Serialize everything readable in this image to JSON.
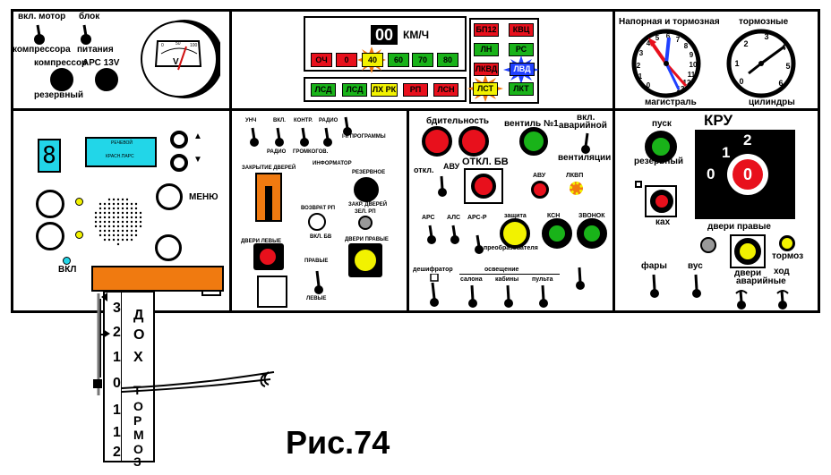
{
  "colors": {
    "red": "#e8101c",
    "green": "#19b319",
    "yellow": "#f2f200",
    "orange": "#f07a10",
    "blue": "#2040ff",
    "cyan": "#22d6e8",
    "gray": "#999999"
  },
  "top_left": {
    "motor": "вкл. мотор",
    "compressor": "компрессора",
    "block": "блок",
    "power": "питания",
    "comp2": "компрессор",
    "reserve": "резервный",
    "aps": "АРС 13V",
    "v_unit": "V",
    "v_t0": "0",
    "v_t50": "50",
    "v_t100": "100"
  },
  "speed": {
    "value": "00",
    "unit": "КМ/Ч",
    "cells": [
      "ОЧ",
      "0",
      "40",
      "60",
      "70",
      "80"
    ]
  },
  "bottom_lamps": [
    "ЛСД",
    "ЛСД",
    "ЛХ РК",
    "РП",
    "ЛСН",
    "ЛСТ",
    "ЛКТ"
  ],
  "right_lamps": [
    "БП12",
    "КВЦ",
    "ЛН",
    "РС",
    "ЛКВД",
    "ЛВД"
  ],
  "gauges": {
    "title1": "Напорная и тормозная",
    "title2": "тормозные",
    "label1": "магистраль",
    "label2": "цилиндры",
    "g1_ticks": [
      "0",
      "1",
      "2",
      "3",
      "4",
      "5",
      "6",
      "7",
      "8",
      "9",
      "10",
      "11",
      "12",
      "13"
    ],
    "g2_ticks": [
      "0",
      "1",
      "2",
      "3",
      "4",
      "5",
      "6"
    ]
  },
  "left": {
    "digit": "8",
    "screen1": "РЕЧЕВОЙ",
    "screen2": "КРАСН.ПАРС",
    "menu": "МЕНЮ",
    "on": "ВКЛ",
    "up": "▲",
    "down": "▼"
  },
  "mid_left": {
    "unch": "УНЧ",
    "vkl": "ВКЛ.",
    "kontr": "КОНТР.",
    "radio": "РАДИО",
    "radio2": "РАДИО",
    "gromk": "ГРОМКОГОВ.",
    "inform": "ИНФОРМАТОР",
    "prog": "I-II ПРОГРАММЫ",
    "zakr": "ЗАКРЫТИЕ ДВЕРЕЙ",
    "rezerv": "РЕЗЕРВНОЕ",
    "zakr2": "ЗАКР. ДВЕРЕЙ",
    "vozvr": "ВОЗВРАТ РП",
    "zel": "ЗЕЛ. РП",
    "vklbv": "ВКЛ. БВ",
    "dl": "ДВЕРИ ЛЕВЫЕ",
    "dr": "ДВЕРИ ПРАВЫЕ",
    "prav": "ПРАВЫЕ",
    "lev": "ЛЕВЫЕ"
  },
  "mid_right": {
    "bdit": "бдительность",
    "vent": "вентиль №1",
    "vkl": "вкл.",
    "avar": "аварийной",
    "ventil": "вентиляции",
    "otkl": "откл.",
    "avu": "АВУ",
    "otklbv": "ОТКЛ. БВ",
    "avu2": "АВУ",
    "lkvp": "ЛКВП",
    "ars": "АРС",
    "als": "АЛС",
    "arsr": "АРС-Р",
    "zash": "защита",
    "preobr": "преобразователя",
    "ksn": "КСН",
    "zvon": "ЗВОНОК",
    "deshif": "дешифратор",
    "osv": "освещение",
    "salona": "салона",
    "kabiny": "кабины",
    "pulta": "пульта"
  },
  "right": {
    "pusk": "пуск",
    "rez": "резервный",
    "kru": "КРУ",
    "k1": "1",
    "k2": "2",
    "k0": "0",
    "kc": "0",
    "kax": "ках",
    "dp": "двери правые",
    "torm": "тормоз",
    "fary": "фары",
    "vus": "вус",
    "dveri": "двери",
    "hod": "ход",
    "avariynye": "аварийные"
  },
  "handle": {
    "title": "ДОХ ТОРМОЗ",
    "title_chars": [
      "Д",
      "О",
      "Х",
      "Т",
      "О",
      "Р",
      "М",
      "О",
      "З"
    ],
    "positions": [
      "3",
      "2",
      "1",
      "0",
      "1",
      "1",
      "2"
    ]
  },
  "figure": "Рис.74"
}
